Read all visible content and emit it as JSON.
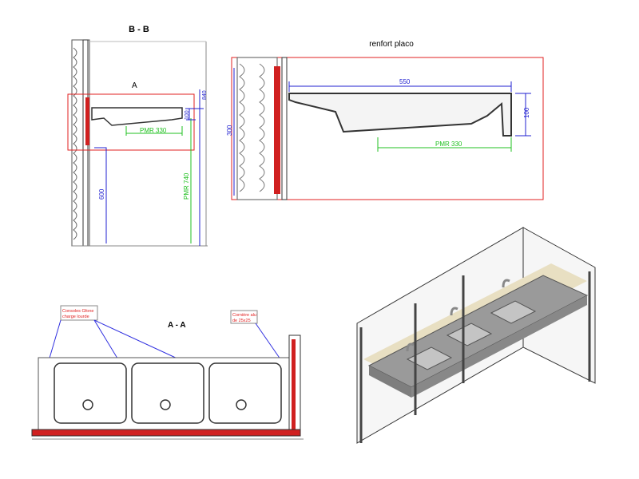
{
  "section_bb": {
    "title": "B - B",
    "detail_label": "A",
    "dims": {
      "d840": "840",
      "d100": "100",
      "pmr330": "PMR 330",
      "d600": "600",
      "pmr740": "PMR 740"
    }
  },
  "detail": {
    "title": "renfort placo",
    "dims": {
      "d550": "550",
      "d300": "300",
      "d100": "100",
      "pmr330": "PMR 330"
    }
  },
  "section_aa": {
    "title": "A - A",
    "note1_l1": "Consoles Gfone",
    "note1_l2": "charge lourde",
    "note2_l1": "Cornière alu",
    "note2_l2": "de 25x25"
  },
  "colors": {
    "red": "#e02020",
    "blue": "#2020d0",
    "green": "#20c020",
    "sink": "#9a9a9a",
    "wall": "#ede7d2"
  }
}
